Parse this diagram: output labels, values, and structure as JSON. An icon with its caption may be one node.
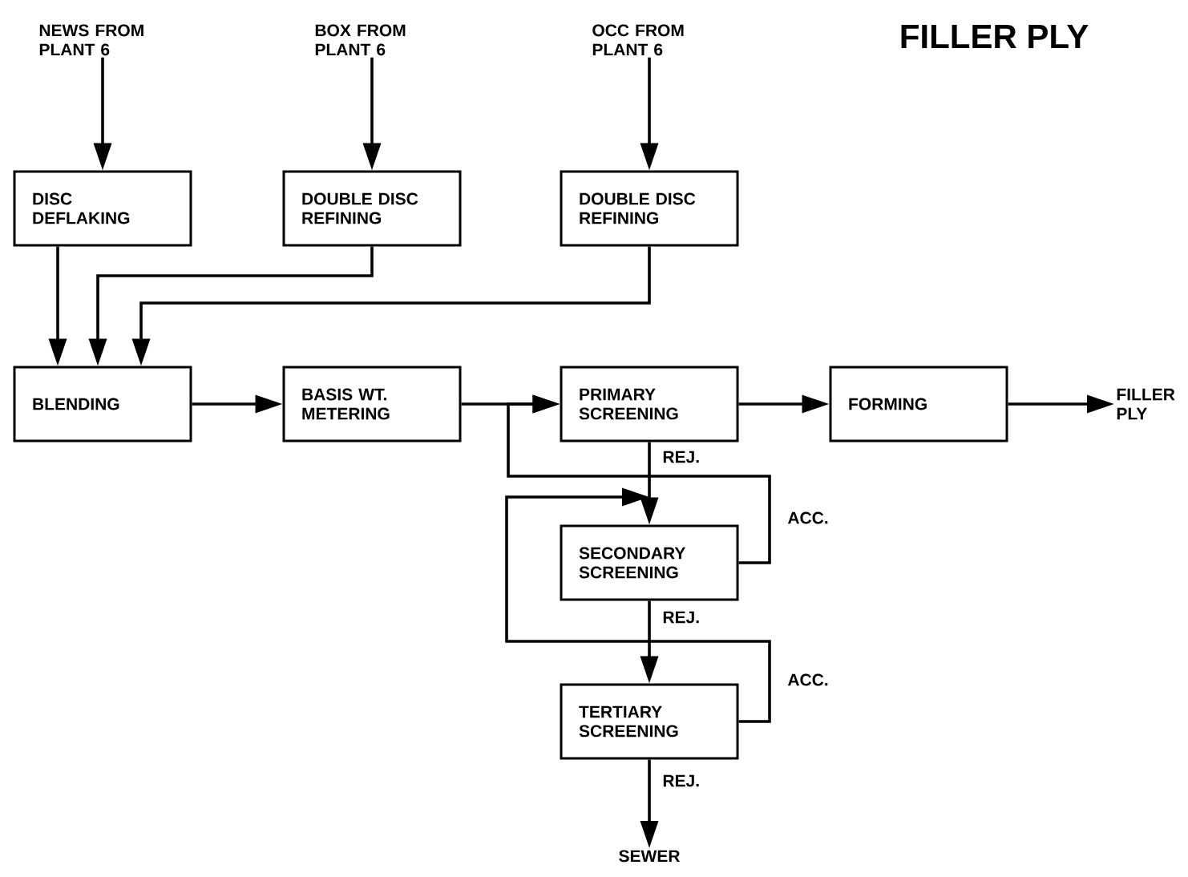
{
  "diagram": {
    "title": "FILLER PLY",
    "nodes": [
      {
        "text": [
          "NEWS FROM PLANT 6"
        ]
      },
      {
        "text": [
          "BOX FROM PLANT 6"
        ]
      },
      {
        "text": [
          "OCC FROM PLANT 6"
        ]
      },
      {
        "text": [
          "DISC DEFLAKING"
        ]
      },
      {
        "text": [
          "DOUBLE DISC REFINING"
        ]
      },
      {
        "text": [
          "DOUBLE DISC REFINING"
        ]
      },
      {
        "text": [
          "BLENDING"
        ]
      },
      {
        "text": [
          "BASIS WT. METERING"
        ]
      },
      {
        "text": [
          "PRIMARY SCREENING"
        ]
      },
      {
        "text": [
          "FORMING"
        ]
      },
      {
        "text": [
          "FILLER PLY"
        ]
      },
      {
        "text": [
          "SECONDARY SCREENING"
        ]
      },
      {
        "text": [
          "TERTIARY SCREENING"
        ]
      },
      {
        "text": [
          "SEWER"
        ]
      }
    ],
    "edges": [
      {
        "from": 0,
        "to": 3,
        "arrow": "to"
      },
      {
        "from": 1,
        "to": 4,
        "arrow": "to"
      },
      {
        "from": 2,
        "to": 5,
        "arrow": "to"
      },
      {
        "from": 3,
        "to": 6,
        "arrow": "to"
      },
      {
        "from": 4,
        "to": 6,
        "arrow": "to"
      },
      {
        "from": 5,
        "to": 6,
        "arrow": "to"
      },
      {
        "from": 6,
        "to": 7,
        "arrow": "to"
      },
      {
        "from": 7,
        "to": 8,
        "arrow": "to"
      },
      {
        "from": 8,
        "to": 9,
        "arrow": "to"
      },
      {
        "from": 9,
        "to": 10,
        "arrow": "to"
      },
      {
        "from": 8,
        "to": 11,
        "arrow": "to",
        "label": "REJ."
      },
      {
        "from": 11,
        "to": 8,
        "arrow": "to",
        "label": "ACC."
      },
      {
        "from": 11,
        "to": 12,
        "arrow": "to",
        "label": "REJ."
      },
      {
        "from": 12,
        "to": 11,
        "arrow": "to",
        "label": "ACC."
      },
      {
        "from": 12,
        "to": 13,
        "arrow": "to",
        "label": "REJ."
      }
    ]
  }
}
